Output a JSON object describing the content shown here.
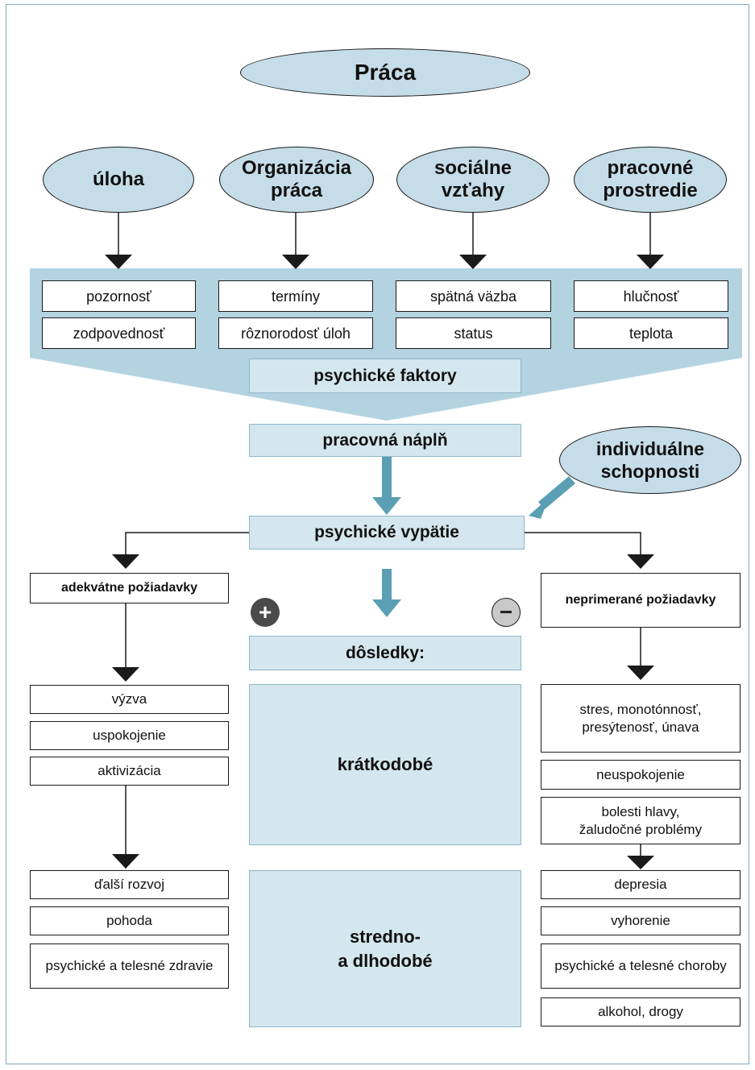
{
  "title": "Práca",
  "categories": [
    {
      "label": "úloha",
      "items": [
        "pozornosť",
        "zodpovednosť"
      ]
    },
    {
      "label": "Organizácia\npráca",
      "items": [
        "termíny",
        "rôznorodosť úloh"
      ]
    },
    {
      "label": "sociálne\nvzťahy",
      "items": [
        "spätná väzba",
        "status"
      ]
    },
    {
      "label": "pracovné\nprostredie",
      "items": [
        "hlučnosť",
        "teplota"
      ]
    }
  ],
  "psychic_factors": "psychické faktory",
  "work_content": "pracovná náplň",
  "individual_abilities": "individuálne\nschopnosti",
  "psychic_strain": "psychické vypätie",
  "consequences": "dôsledky:",
  "short_term": "krátkodobé",
  "mid_long_term": "stredno-\na dlhodobé",
  "positive": {
    "sign": "+",
    "header": "adekvátne požiadavky",
    "short": [
      "výzva",
      "uspokojenie",
      "aktivizácia"
    ],
    "long": [
      "ďalší rozvoj",
      "pohoda",
      "psychické a telesné zdravie"
    ]
  },
  "negative": {
    "sign": "−",
    "header": "neprimerané požiadavky",
    "short": [
      "stres, monotónnosť,\npresýtenosť, únava",
      "neuspokojenie",
      "bolesti hlavy,\nžaludočné problémy"
    ],
    "long": [
      "depresia",
      "vyhorenie",
      "psychické a telesné choroby",
      "alkohol, drogy"
    ]
  },
  "colors": {
    "ellipse_fill": "#c5dde8",
    "band_fill": "#b3d3e1",
    "box_fill": "#d4e6ee",
    "arrow_blue": "#5a9fb3",
    "line": "#1a1a1a"
  }
}
